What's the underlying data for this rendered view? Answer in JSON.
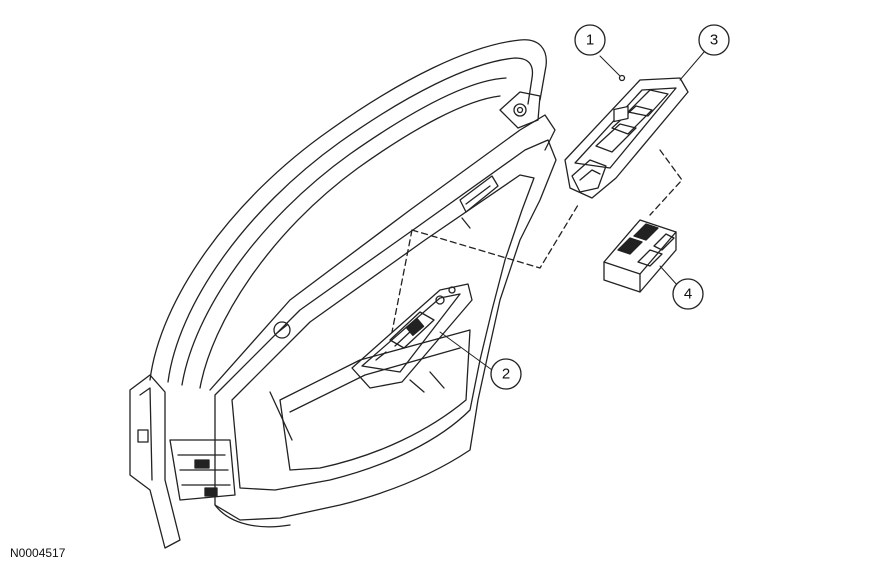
{
  "figure": {
    "id": "N0004517",
    "callouts": [
      "1",
      "2",
      "3",
      "4"
    ]
  }
}
